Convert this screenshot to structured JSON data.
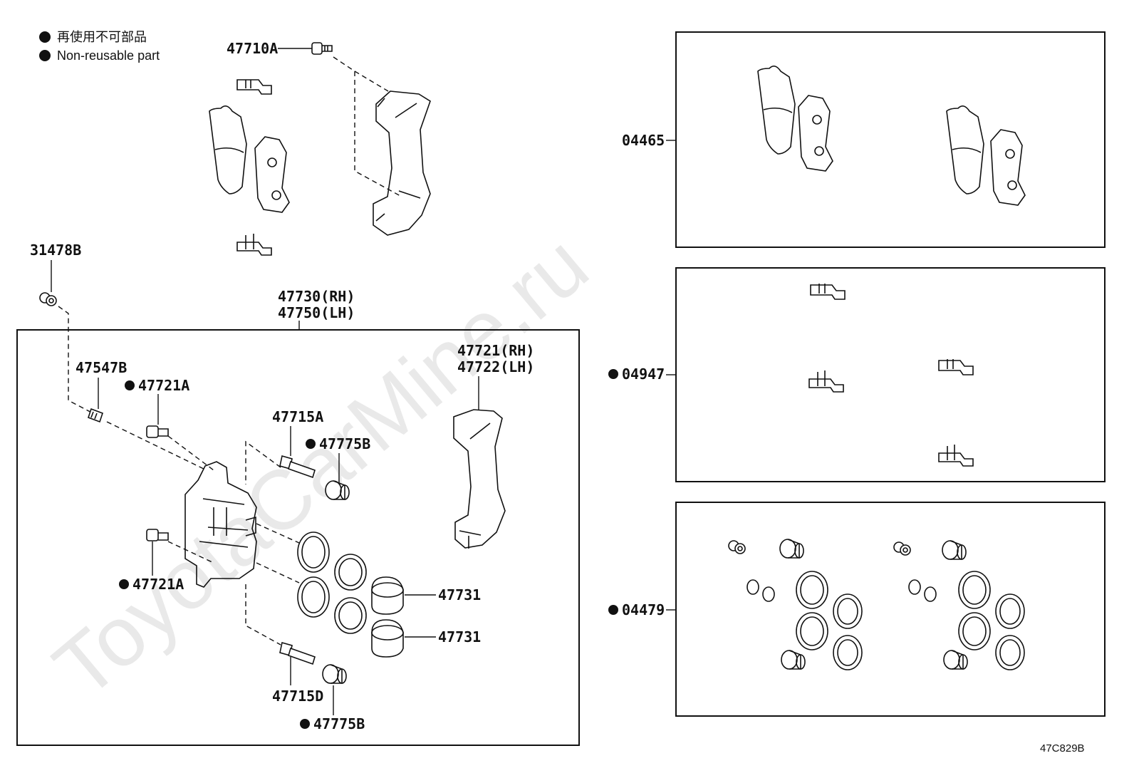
{
  "legend": {
    "line1": "再使用不可部品",
    "line2": "Non-reusable part"
  },
  "watermark": "ToyotaCarMine.ru",
  "image_code": "47C829B",
  "parts": {
    "p47710A": "47710A",
    "p31478B": "31478B",
    "p47730": "47730(RH)",
    "p47750": "47750(LH)",
    "p47547B": "47547B",
    "p47721A_top": "47721A",
    "p47721A_bot": "47721A",
    "p47715A": "47715A",
    "p47775B_top": "47775B",
    "p47721_rh": "47721(RH)",
    "p47722_lh": "47722(LH)",
    "p47731_a": "47731",
    "p47731_b": "47731",
    "p47715D": "47715D",
    "p47775B_bot": "47775B",
    "p04465": "04465",
    "p04947": "04947",
    "p04479": "04479"
  },
  "colors": {
    "line": "#111111",
    "watermark": "#e9e9e9"
  }
}
